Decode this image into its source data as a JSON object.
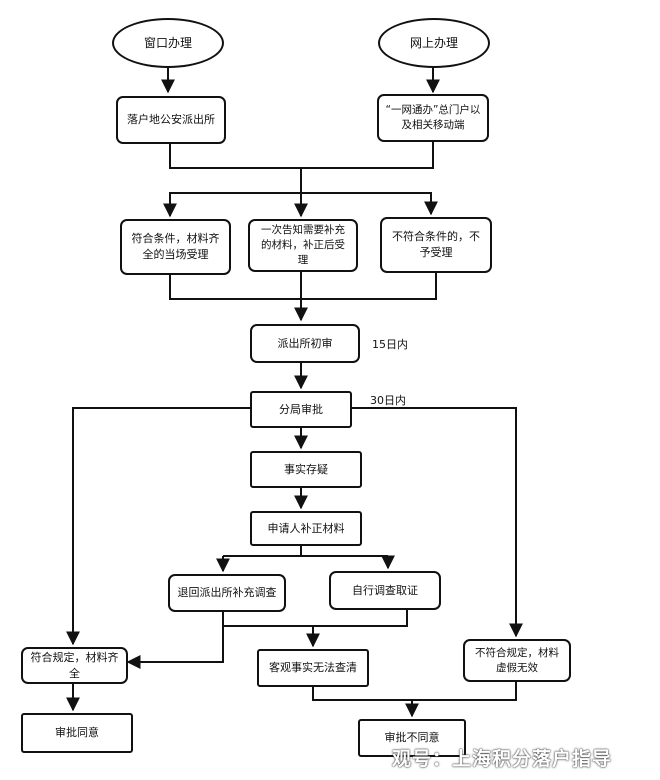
{
  "nodes": {
    "window": "窗口办理",
    "online": "网上办理",
    "police_station": "落户地公安派出所",
    "portal": "“一网通办”总门户以及相关移动端",
    "accept_complete": "符合条件，材料齐全的当场受理",
    "accept_after_supplement": "一次告知需要补充的材料，补正后受理",
    "reject": "不符合条件的，不予受理",
    "initial_review": "派出所初审",
    "branch_approval": "分局审批",
    "facts_doubt": "事实存疑",
    "applicant_supplement": "申请人补正材料",
    "return_investigation": "退回派出所补充调查",
    "self_investigation": "自行调查取证",
    "compliant": "符合规定，材料齐全",
    "unclear_facts": "客观事实无法查清",
    "false_materials": "不符合规定，材料虚假无效",
    "approved": "审批同意",
    "not_approved": "审批不同意"
  },
  "notes": {
    "days_15": "15日内",
    "days_30": "30日内"
  },
  "watermark": "观号：上海积分落户指导"
}
